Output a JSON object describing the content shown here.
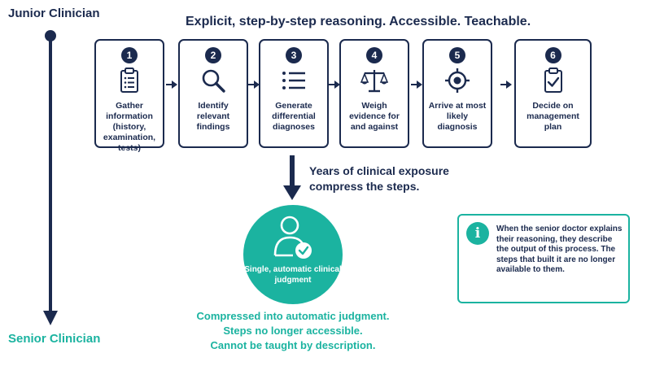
{
  "timeline": {
    "start_label": "Junior Clinician",
    "end_label": "Senior Clinician"
  },
  "heading": "Explicit, step-by-step reasoning. Accessible. Teachable.",
  "steps": [
    {
      "number": "1",
      "label": "Gather information (history, examination, tests)",
      "icon": "clipboard-list-icon"
    },
    {
      "number": "2",
      "label": "Identify relevant findings",
      "icon": "magnifier-icon"
    },
    {
      "number": "3",
      "label": "Generate differential diagnoses",
      "icon": "list-icon"
    },
    {
      "number": "4",
      "label": "Weigh evidence for and against",
      "icon": "balance-scale-icon"
    },
    {
      "number": "5",
      "label": "Arrive at most likely diagnosis",
      "icon": "target-icon"
    },
    {
      "number": "6",
      "label": "Decide on management plan",
      "icon": "clipboard-check-icon"
    }
  ],
  "compression": {
    "line1": "Years of clinical exposure",
    "line2": "compress the steps."
  },
  "judgment": {
    "label": "Single, automatic clinical judgment",
    "icon": "person-check-icon"
  },
  "bottom": {
    "line1": "Compressed into automatic judgment.",
    "line2": "Steps no longer accessible.",
    "line3": "Cannot be taught by description."
  },
  "info": {
    "icon": "info-icon",
    "glyph": "i",
    "text": "When the senior doctor explains their reasoning, they describe the output of this process. The steps that built it are no longer available to them."
  },
  "colors": {
    "navy": "#1b2a4e",
    "teal": "#1bb3a0"
  }
}
